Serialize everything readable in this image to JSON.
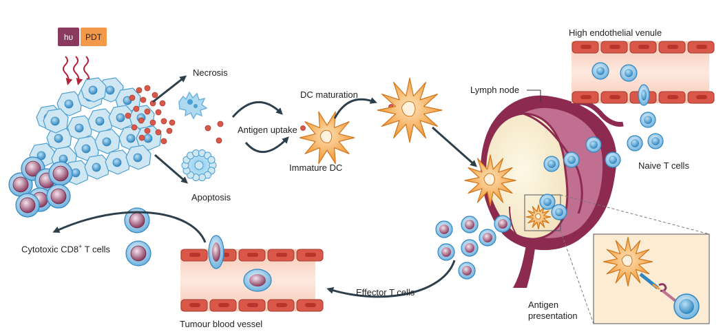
{
  "badges": {
    "hv": "hυ",
    "pdt": "PDT"
  },
  "labels": {
    "necrosis": "Necrosis",
    "apoptosis": "Apoptosis",
    "antigen_uptake": "Antigen uptake",
    "dc_maturation": "DC maturation",
    "immature_dc": "Immature DC",
    "lymph_node": "Lymph node",
    "high_endothelial_venule": "High endothelial venule",
    "naive_t_cells": "Naive T cells",
    "cytotoxic_prefix": "Cytotoxic CD8",
    "cytotoxic_sup": "+",
    "cytotoxic_suffix": " T cells",
    "effector_t_cells": "Effector T cells",
    "tumour_blood_vessel": "Tumour blood vessel",
    "antigen_presentation_line1": "Antigen",
    "antigen_presentation_line2": "presentation"
  },
  "colors": {
    "tumour_cell": "#cfe6f3",
    "tumour_nucleus": "#5aa9d6",
    "dendritic_cell": "#f5a23c",
    "t_cell_outer": "#6fb2de",
    "t_cell_inner": "#8a3a5f",
    "vessel_cell": "#d9584a",
    "lymph_node": "#8c2b4f",
    "arrow": "#2e3f4c",
    "antigen_particle": "#d9584a",
    "pdt_badge": "#f2994a",
    "hv_badge": "#8a3a5f"
  }
}
